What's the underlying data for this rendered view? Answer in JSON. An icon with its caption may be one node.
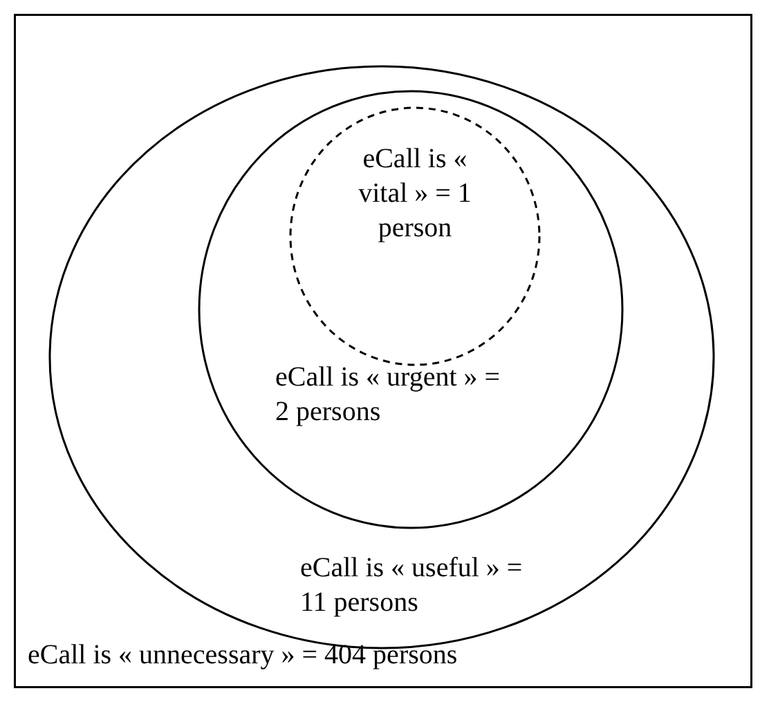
{
  "diagram": {
    "nodes": [
      {
        "text": [
          "eCall is « unnecessary » = 404 persons"
        ]
      },
      {
        "text": [
          "eCall is « useful » = 11 persons"
        ],
        "in": 0
      },
      {
        "text": [
          "eCall is « urgent » = 2 persons"
        ],
        "in": 1
      },
      {
        "text": [
          "eCall is « vital » = 1 person"
        ],
        "in": 2
      }
    ]
  }
}
